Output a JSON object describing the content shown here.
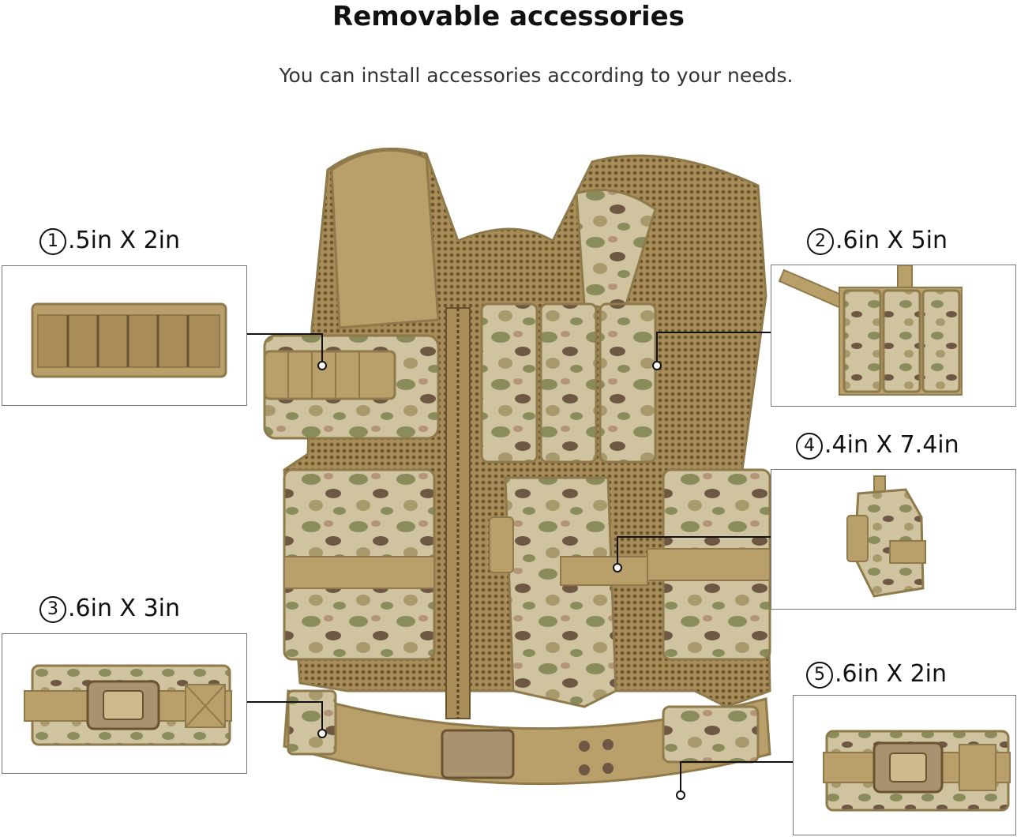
{
  "title": "Removable accessories",
  "subtitle": "You can install accessories according to your needs.",
  "accessories": [
    {
      "number": "1",
      "size": ".5in X 2in",
      "icon": "shell-holder-pouch-icon"
    },
    {
      "number": "2",
      "size": ".6in X 5in",
      "icon": "triple-magazine-pouch-icon"
    },
    {
      "number": "3",
      "size": ".6in X 3in",
      "icon": "buckle-pouch-icon"
    },
    {
      "number": "4",
      "size": ".4in X 7.4in",
      "icon": "holster-icon"
    },
    {
      "number": "5",
      "size": ".6in X 2in",
      "icon": "buckle-pouch-small-icon"
    }
  ],
  "colors": {
    "coyote": "#b9a06a",
    "coyote_dark": "#8e7a4a",
    "camo_light": "#cfc3a0",
    "camo_green": "#8a8c5c",
    "camo_brown": "#6e5844",
    "callout_line": "#111111"
  }
}
